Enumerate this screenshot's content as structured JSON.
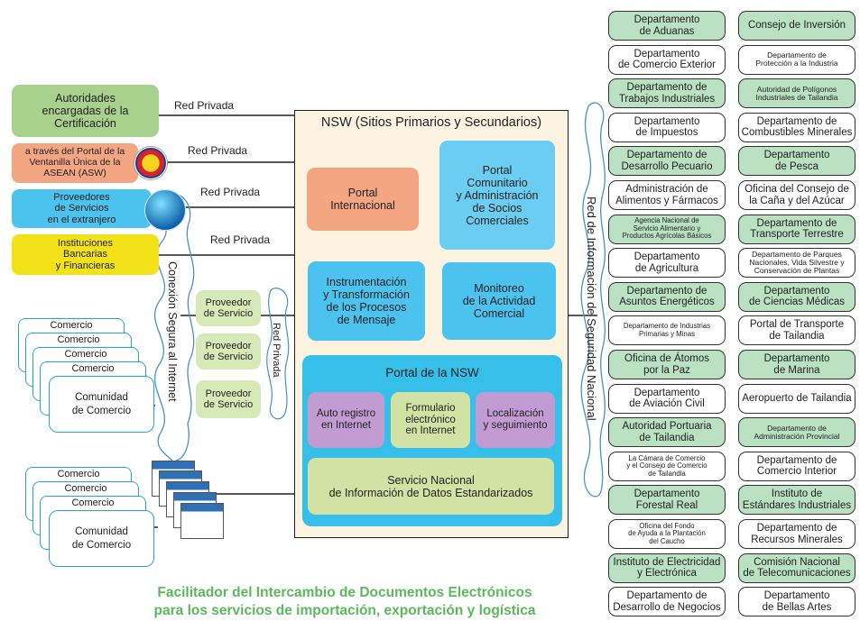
{
  "authorities": [
    {
      "label": "Autoridades\nencargadas de la\nCertificación",
      "link": "Red Privada"
    },
    {
      "label": "a través del Portal de la\nVentanilla Única de la\nASEAN (ASW)",
      "link": "Red Privada"
    },
    {
      "label": "Proveedores\nde Servicios\nen el extranjero",
      "link": "Red Privada"
    },
    {
      "label": "Instituciones\nBancarias\ny Financieras",
      "link": "Red Privada"
    }
  ],
  "internet_label": "Conexión Segura al Internet",
  "service_providers": [
    "Proveedor\nde Servicio",
    "Proveedor\nde Servicio",
    "Proveedor\nde Servicio"
  ],
  "private_network_vertical": "Red Privada",
  "commerce_group_1": {
    "items": [
      "Comercio",
      "Comercio",
      "Comercio",
      "Comercio"
    ],
    "community": "Comunidad\nde Comercio"
  },
  "commerce_group_2": {
    "items": [
      "Comercio",
      "Comercio",
      "Comercio"
    ],
    "community": "Comunidad\nde Comercio"
  },
  "nsw": {
    "title": "NSW (Sitios Primarios y Secundarios)",
    "portal_internacional": "Portal\nInternacional",
    "portal_comunitario": "Portal\nComunitario\ny Administración\nde Socios\nComerciales",
    "instrumentacion": "Instrumentación\ny Transformación\nde los Procesos\nde Mensaje",
    "monitoreo": "Monitoreo\nde la Actividad\nComercial",
    "portal_nsw": {
      "title": "Portal de la NSW",
      "auto_registro": "Auto registro\nen Internet",
      "formulario": "Formulario\nelectrónico\nen Internet",
      "localizacion": "Localización\ny seguimiento",
      "servicio": "Servicio Nacional\nde Información de Datos Estandarizados"
    }
  },
  "national_network": "Red de Información de Seguridad Nacional",
  "departments_left": [
    {
      "label": "Departamento\nde Aduanas",
      "style": "g",
      "size": ""
    },
    {
      "label": "Departamento\nde Comercio Exterior",
      "style": "w",
      "size": ""
    },
    {
      "label": "Departamento de\nTrabajos Industriales",
      "style": "g",
      "size": ""
    },
    {
      "label": "Departamento\nde Impuestos",
      "style": "w",
      "size": ""
    },
    {
      "label": "Departamento de\nDesarrollo Pecuario",
      "style": "g",
      "size": ""
    },
    {
      "label": "Administración de\nAlimentos y Fármacos",
      "style": "w",
      "size": ""
    },
    {
      "label": "Agencia Nacional de\nServicio Alimentario y\nProductos Agrícolas Básicos",
      "style": "g",
      "size": "xs"
    },
    {
      "label": "Departamento\nde Agricultura",
      "style": "w",
      "size": ""
    },
    {
      "label": "Departamento de\nAsuntos Energéticos",
      "style": "g",
      "size": ""
    },
    {
      "label": "Departamento de Industrias\nPrimarias y Minas",
      "style": "w",
      "size": "xs"
    },
    {
      "label": "Oficina de Átomos\npor la Paz",
      "style": "g",
      "size": ""
    },
    {
      "label": "Departamento\nde Aviación Civil",
      "style": "w",
      "size": ""
    },
    {
      "label": "Autoridad Portuaria\nde Tailandia",
      "style": "g",
      "size": ""
    },
    {
      "label": "La Cámara de Comercio\ny el Consejo de Comercio\nde Tailandia",
      "style": "w",
      "size": "xs"
    },
    {
      "label": "Departamento\nForestal Real",
      "style": "g",
      "size": ""
    },
    {
      "label": "Oficina del Fondo\nde Ayuda a la Plantación\ndel Caucho",
      "style": "w",
      "size": "xs"
    },
    {
      "label": "Instituto de Electricidad\ny Electrónica",
      "style": "g",
      "size": ""
    },
    {
      "label": "Departamento de\nDesarrollo de Negocios",
      "style": "w",
      "size": ""
    }
  ],
  "departments_right": [
    {
      "label": "Consejo de Inversión",
      "style": "g",
      "size": ""
    },
    {
      "label": "Departamento de\nProtección a la Industria",
      "style": "w",
      "size": "sm"
    },
    {
      "label": "Autoridad de Polígonos\nIndustriales de Tailandia",
      "style": "g",
      "size": "sm"
    },
    {
      "label": "Departamento de\nCombustibles Minerales",
      "style": "w",
      "size": ""
    },
    {
      "label": "Departamento\nde Pesca",
      "style": "g",
      "size": ""
    },
    {
      "label": "Oficina del Consejo de\nla Caña y del Azúcar",
      "style": "w",
      "size": ""
    },
    {
      "label": "Departamento de\nTransporte Terrestre",
      "style": "g",
      "size": ""
    },
    {
      "label": "Departamento de Parques\nNacionales, Vida Silvestre y\nConservación de Plantas",
      "style": "w",
      "size": "sm"
    },
    {
      "label": "Departamento\nde Ciencias Médicas",
      "style": "g",
      "size": ""
    },
    {
      "label": "Portal de Transporte\nde Tailandia",
      "style": "w",
      "size": ""
    },
    {
      "label": "Departamento\nde Marina",
      "style": "g",
      "size": ""
    },
    {
      "label": "Aeropuerto de Tailandia",
      "style": "w",
      "size": ""
    },
    {
      "label": "Departamento de\nAdministración Provincial",
      "style": "g",
      "size": "sm"
    },
    {
      "label": "Departamento de\nComercio Interior",
      "style": "w",
      "size": ""
    },
    {
      "label": "Instituto de\nEstándares Industriales",
      "style": "g",
      "size": ""
    },
    {
      "label": "Departamento de\nRecursos Minerales",
      "style": "w",
      "size": ""
    },
    {
      "label": "Comisión Nacional\nde Telecomunicaciones",
      "style": "g",
      "size": ""
    },
    {
      "label": "Departamento\nde Bellas Artes",
      "style": "w",
      "size": ""
    }
  ],
  "footer": "Facilitador del Intercambio de Documentos Electrónicos\npara los servicios de importación, exportación y logística"
}
